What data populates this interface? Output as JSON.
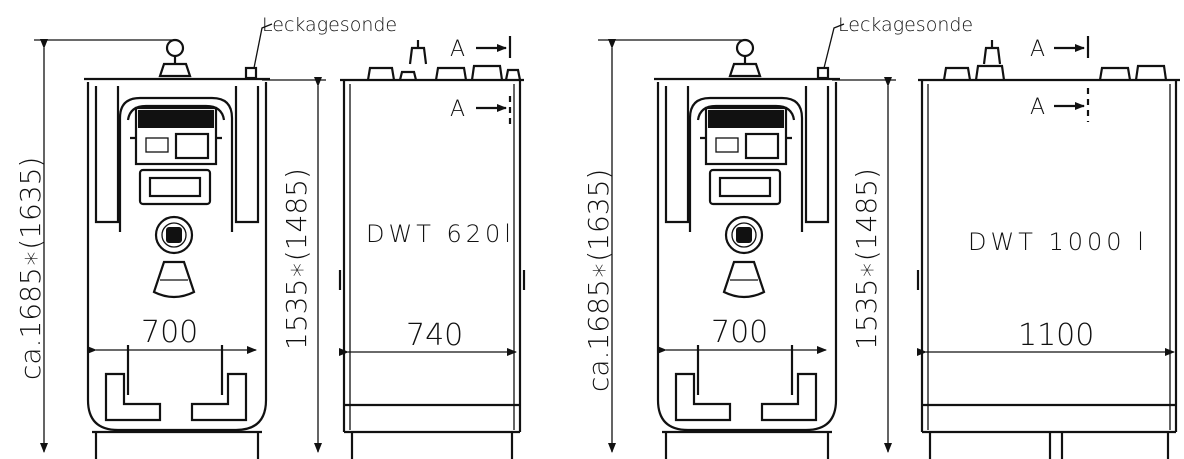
{
  "views": [
    {
      "leak_probe_label": "Leckagesonde",
      "total_height_label": "ca.1685∗(1635)",
      "body_height_label": "1535∗(1485)",
      "front_width_label": "700",
      "side_width_label": "740",
      "model_label": "DWT 620l",
      "section_label_top": "A",
      "section_label_bottom": "A"
    },
    {
      "leak_probe_label": "Leckagesonde",
      "total_height_label": "ca.1685∗(1635)",
      "body_height_label": "1535∗(1485)",
      "front_width_label": "700",
      "side_width_label": "1100",
      "model_label": "DWT 1000 l",
      "section_label_top": "A",
      "section_label_bottom": "A"
    }
  ]
}
